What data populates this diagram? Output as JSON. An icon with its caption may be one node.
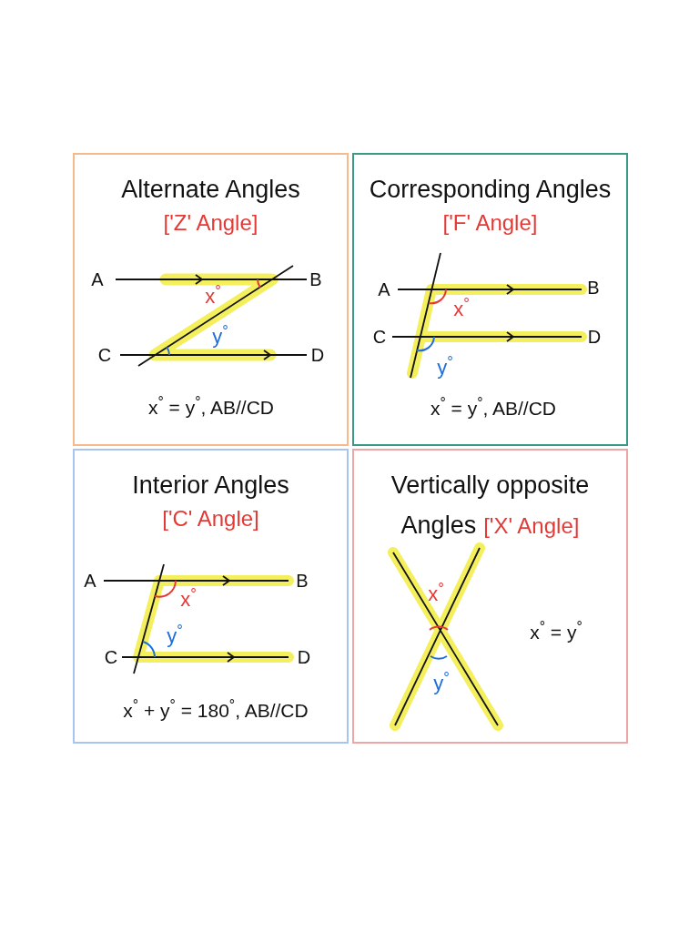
{
  "diagram": {
    "nodes": [
      {
        "text": [
          "Alternate Angles",
          "['Z' Angle]"
        ]
      },
      {
        "text": [
          "Corresponding Angles",
          "['F' Angle]"
        ]
      },
      {
        "text": [
          "Interior Angles",
          "['C' Angle]"
        ]
      },
      {
        "text": [
          "Vertically opposite Angles",
          "['X' Angle]"
        ]
      }
    ],
    "labels": [
      "A",
      "B",
      "x$^{°}$",
      "C",
      "y$^{°}$",
      "D",
      "x$^{°}$ = y$^{°}$, AB//CD",
      "A",
      "B",
      "x$^{°}$",
      "C",
      "D",
      "y$^{°}$",
      "x$^{°}$ = y$^{°}$, AB//CD",
      "A",
      "B",
      "x$^{°}$",
      "y$^{°}$",
      "C",
      "D",
      "x$^{°}$ + y$^{°}$ = 180$^{°}$, AB//CD",
      "x$^{°}$",
      "x$^{°}$ = y$^{°}$",
      "y$^{°}$"
    ]
  }
}
